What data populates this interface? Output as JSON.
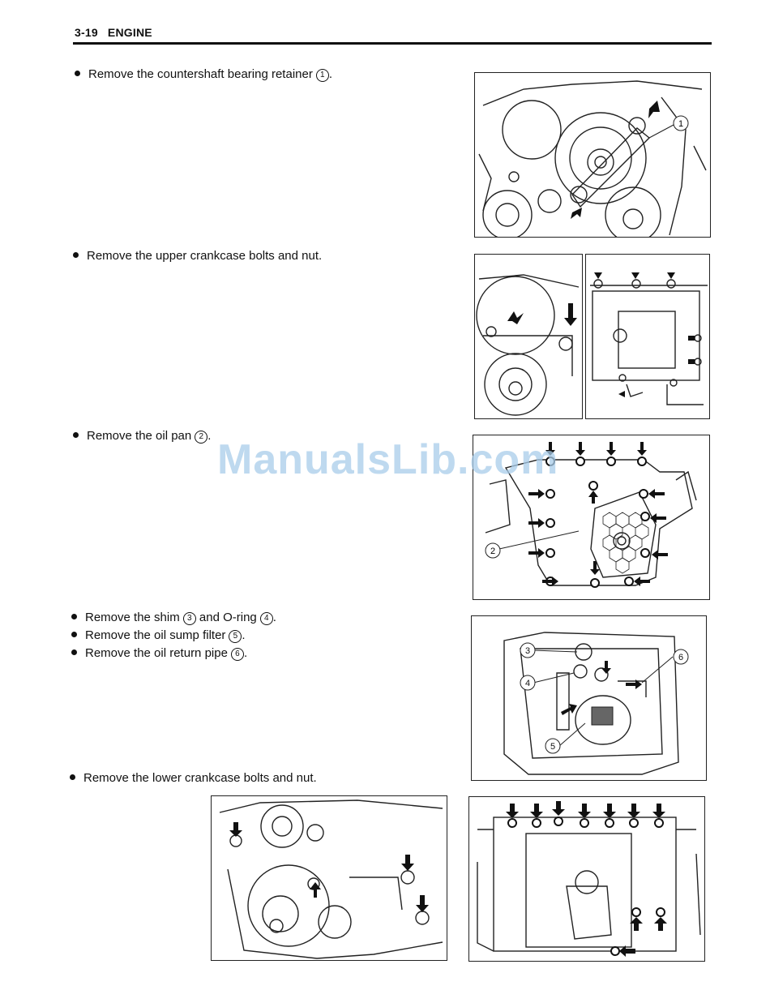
{
  "header": {
    "page_number": "3-19",
    "section": "ENGINE"
  },
  "steps": [
    {
      "text": "Remove the countershaft bearing retainer",
      "refs": [
        "1"
      ],
      "tail": "."
    },
    {
      "text": "Remove the upper crankcase bolts and nut.",
      "refs": [],
      "tail": ""
    },
    {
      "text": "Remove the oil pan",
      "refs": [
        "2"
      ],
      "tail": "."
    },
    {
      "text": "Remove the shim",
      "mid": "and O-ring",
      "refs": [
        "3",
        "4"
      ],
      "tail": "."
    },
    {
      "text": "Remove the oil sump filter",
      "refs": [
        "5"
      ],
      "tail": "."
    },
    {
      "text": "Remove the oil return pipe",
      "refs": [
        "6"
      ],
      "tail": "."
    },
    {
      "text": "Remove the lower crankcase bolts and nut.",
      "refs": [],
      "tail": ""
    }
  ],
  "callouts": {
    "fig1": [
      "1"
    ],
    "fig3": [
      "2"
    ],
    "fig4": [
      "3",
      "4",
      "5",
      "6"
    ]
  },
  "watermark": "ManualsLib.com"
}
